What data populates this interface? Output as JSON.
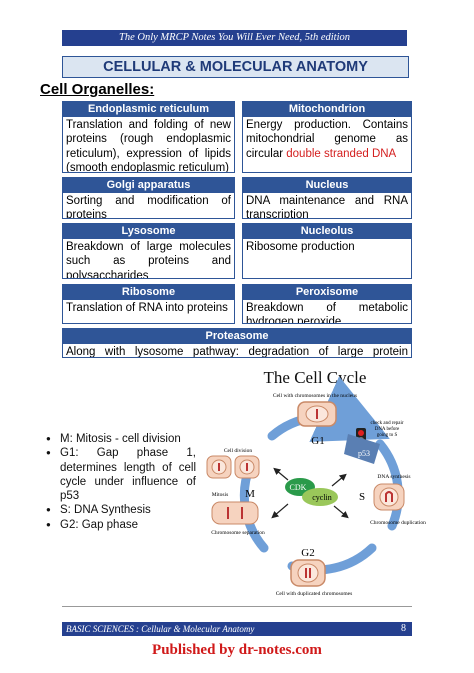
{
  "header": {
    "banner_text": "The Only MRCP Notes You Will Ever Need, 5th edition",
    "title": "CELLULAR & MOLECULAR ANATOMY"
  },
  "section_heading": "Cell Organelles:",
  "organelles": {
    "er": {
      "name": "Endoplasmic reticulum",
      "text": "Translation and folding of new proteins (rough endoplasmic reticulum), expression of lipids (smooth endoplasmic reticulum)"
    },
    "mito": {
      "name": "Mitochondrion",
      "text": "Energy production. Contains mitochondrial genome as circular",
      "highlight": "double stranded DNA"
    },
    "golgi": {
      "name": "Golgi apparatus",
      "text": "Sorting and modification of proteins"
    },
    "nucleus": {
      "name": "Nucleus",
      "text": "DNA maintenance and RNA transcription"
    },
    "lysosome": {
      "name": "Lysosome",
      "text": "Breakdown of large molecules such as proteins and polysaccharides"
    },
    "nucleolus": {
      "name": "Nucleolus",
      "text": "Ribosome production"
    },
    "ribosome": {
      "name": "Ribosome",
      "text": "Translation of RNA into proteins"
    },
    "peroxisome": {
      "name": "Peroxisome",
      "text": "Breakdown of metabolic hydrogen peroxide"
    },
    "proteasome": {
      "name": "Proteasome",
      "text": "Along with lysosome pathway: degradation of large protein molecules"
    }
  },
  "cell_cycle_notes": [
    "M: Mitosis - cell division",
    "G1: Gap phase 1, determines length of cell cycle under influence of p53",
    "S: DNA Synthesis",
    "G2: Gap phase"
  ],
  "cell_cycle_figure": {
    "title": "The Cell Cycle",
    "top_caption": "Cell with chromosomes in the nucleus",
    "bottom_caption": "Cell with duplicated chromosomes",
    "g1": "G1",
    "g2": "G2",
    "s": "S",
    "m": "M",
    "cdk": "CDK",
    "cyclin": "cyclin",
    "p53": "p53",
    "checkpoint_line1": "check and repair",
    "checkpoint_line2": "DNA before",
    "checkpoint_line3": "going to S",
    "cell_division": "Cell division",
    "mitosis": "Mitosis",
    "chromosome_separation": "Chromosome separation",
    "dna_synthesis": "DNA synthesis",
    "chromosome_duplication": "Chromosome duplication",
    "colors": {
      "arrow": "#6f9fd8",
      "cell_fill": "#f6d3bf",
      "cell_stroke": "#c98967",
      "cdk": "#2a9a4a",
      "cyclin": "#9ac75a"
    }
  },
  "footer": {
    "left_text": "BASIC SCIENCES : Cellular & Molecular Anatomy",
    "page_number": "8",
    "published": "Published by dr-notes.com"
  }
}
